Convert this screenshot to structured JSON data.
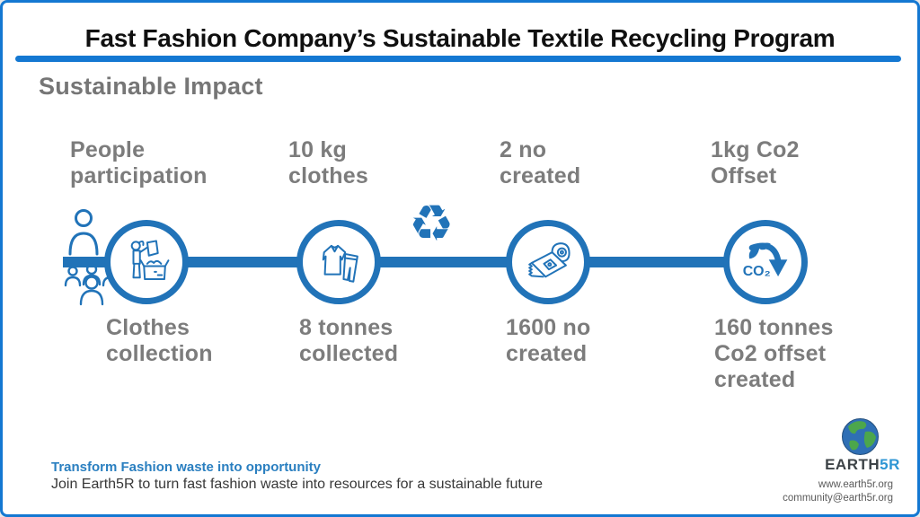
{
  "page": {
    "title": "Fast Fashion Company’s Sustainable Textile Recycling Program",
    "section_title": "Sustainable Impact"
  },
  "timeline": {
    "steps": [
      {
        "top_label": "People\nparticipation",
        "bottom_label": "Clothes\ncollection",
        "icon": "clothes-donation-icon"
      },
      {
        "top_label": "10 kg\nclothes",
        "bottom_label": "8 tonnes\ncollected",
        "icon": "clothes-icon"
      },
      {
        "top_label": "2 no\ncreated",
        "bottom_label": "1600 no\ncreated",
        "icon": "carpet-roll-icon"
      },
      {
        "top_label": "1kg Co2\nOffset",
        "bottom_label": "160 tonnes\nCo2 offset\ncreated",
        "icon": "co2-offset-icon"
      }
    ],
    "co2_text": "CO₂",
    "decorations": [
      "person-icon",
      "people-group-icon",
      "recycle-icon"
    ],
    "recycle_glyph": "♻"
  },
  "footer": {
    "tagline": "Transform Fashion waste into opportunity",
    "subtitle": "Join Earth5R to turn fast fashion waste into resources for a sustainable future",
    "logo": {
      "name_primary": "EARTH",
      "name_accent": "5R"
    },
    "website": "www.earth5r.org",
    "email": "community@earth5r.org"
  },
  "colors": {
    "primary_blue": "#2173b8",
    "bright_blue": "#1478d2",
    "label_gray": "#7c7c7c",
    "title_black": "#101010"
  }
}
